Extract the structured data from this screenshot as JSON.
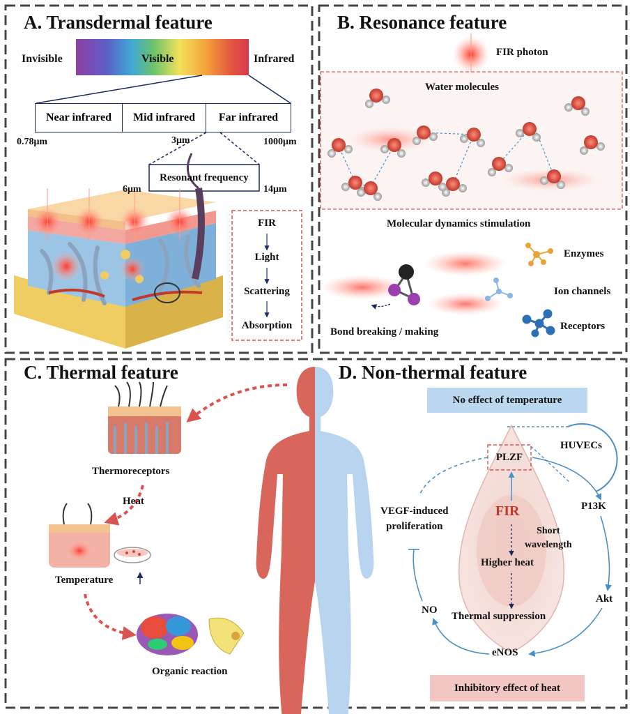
{
  "panelA": {
    "title": "A. Transdermal feature",
    "spectrum": {
      "left": "Invisible",
      "center": "Visible",
      "right": "Infrared"
    },
    "bands": [
      "Near infrared",
      "Mid infrared",
      "Far infrared"
    ],
    "wavelengths": {
      "w1": "0.78μm",
      "w2": "3μm",
      "w3": "1000μm",
      "r1": "6μm",
      "r2": "14μm"
    },
    "resonant": "Resonant frequency",
    "chain": [
      "FIR",
      "Light",
      "Scattering",
      "Absorption"
    ]
  },
  "panelB": {
    "title": "B. Resonance  feature",
    "fir_photon": "FIR photon",
    "water": "Water molecules",
    "md": "Molecular dynamics stimulation",
    "bond": "Bond breaking / making",
    "targets": [
      "Enzymes",
      "Ion channels",
      "Receptors"
    ]
  },
  "panelC": {
    "title": "C. Thermal  feature",
    "thermoreceptors": "Thermoreceptors",
    "heat": "Heat",
    "temperature": "Temperature",
    "organic": "Organic reaction"
  },
  "panelD": {
    "title": "D. Non-thermal  feature",
    "no_effect": "No effect of temperature",
    "huvecs": "HUVECs",
    "plzf": "PLZF",
    "vegf": "VEGF-induced\nproliferation",
    "p13k": "P13K",
    "fir": "FIR",
    "short": "Short\nwavelength",
    "higher": "Higher heat",
    "akt": "Akt",
    "no": "NO",
    "thermal_supp": "Thermal suppression",
    "enos": "eNOS",
    "inhibitory": "Inhibitory effect of heat"
  },
  "colors": {
    "dash": "#444444",
    "navy": "#1a2a5e",
    "arrow_blue": "#4a90c8",
    "red_dot": "#d64530",
    "body_red": "#d9665a",
    "body_blue": "#b8d4ee",
    "blue_box": "#bcd8f0",
    "pink_box": "#f2c6c2"
  }
}
